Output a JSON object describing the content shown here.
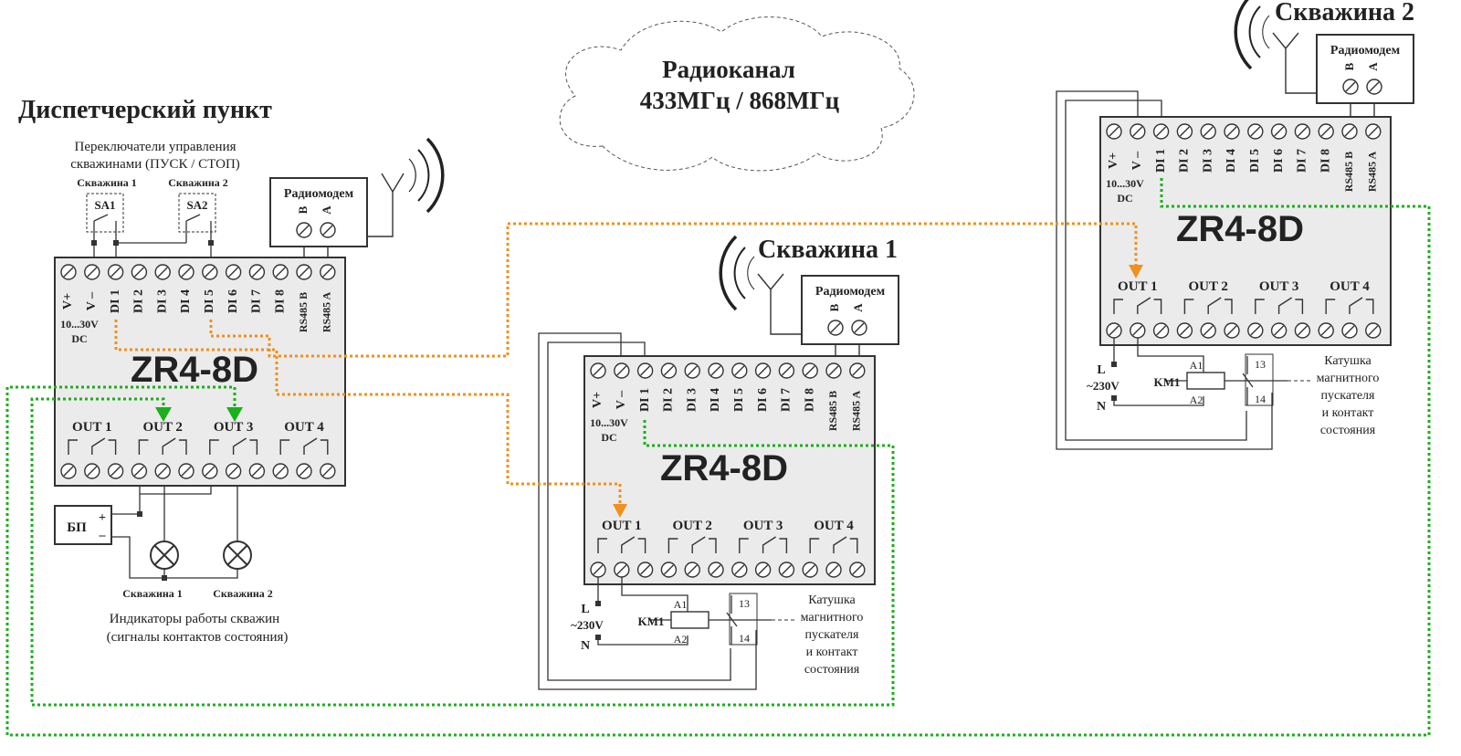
{
  "cloud": {
    "line1": "Радиоканал",
    "line2": "433МГц / 868МГц"
  },
  "dispatch": {
    "title": "Диспетчерский пункт",
    "switches_caption_1": "Переключатели управления",
    "switches_caption_2": "скважинами (ПУСК / СТОП)",
    "switch1_well": "Скважина 1",
    "switch2_well": "Скважина 2",
    "sa1": "SA1",
    "sa2": "SA2",
    "psu": "БП",
    "psu_plus": "+",
    "psu_minus": "–",
    "lamp1": "Скважина 1",
    "lamp2": "Скважина 2",
    "indicators_1": "Индикаторы работы скважин",
    "indicators_2": "(сигналы контактов состояния)"
  },
  "radiomodem": {
    "label": "Радиомодем",
    "b": "B",
    "a": "A"
  },
  "device": {
    "name": "ZR4-8D",
    "v_plus": "V+",
    "v_minus": "V –",
    "range": "10...30V",
    "dc": "DC",
    "di_labels": [
      "DI 1",
      "DI 2",
      "DI 3",
      "DI 4",
      "DI 5",
      "DI 6",
      "DI 7",
      "DI 8"
    ],
    "rs_b": "RS485  B",
    "rs_a": "RS485  A",
    "out_labels": [
      "OUT  1",
      "OUT  2",
      "OUT  3",
      "OUT  4"
    ]
  },
  "well1": {
    "title": "Скважина 1"
  },
  "well2": {
    "title": "Скважина 2"
  },
  "starter": {
    "l": "L",
    "voltage": "~230V",
    "n": "N",
    "km": "KM1",
    "a1": "A1",
    "a2": "A2",
    "c13": "13",
    "c14": "14",
    "caption": [
      "Катушка",
      "магнитного",
      "пускателя",
      "и контакт",
      "состояния"
    ]
  },
  "colors": {
    "green_line": "#1ab01a",
    "orange_line": "#f0901e",
    "device_fill": "#ebebeb"
  }
}
